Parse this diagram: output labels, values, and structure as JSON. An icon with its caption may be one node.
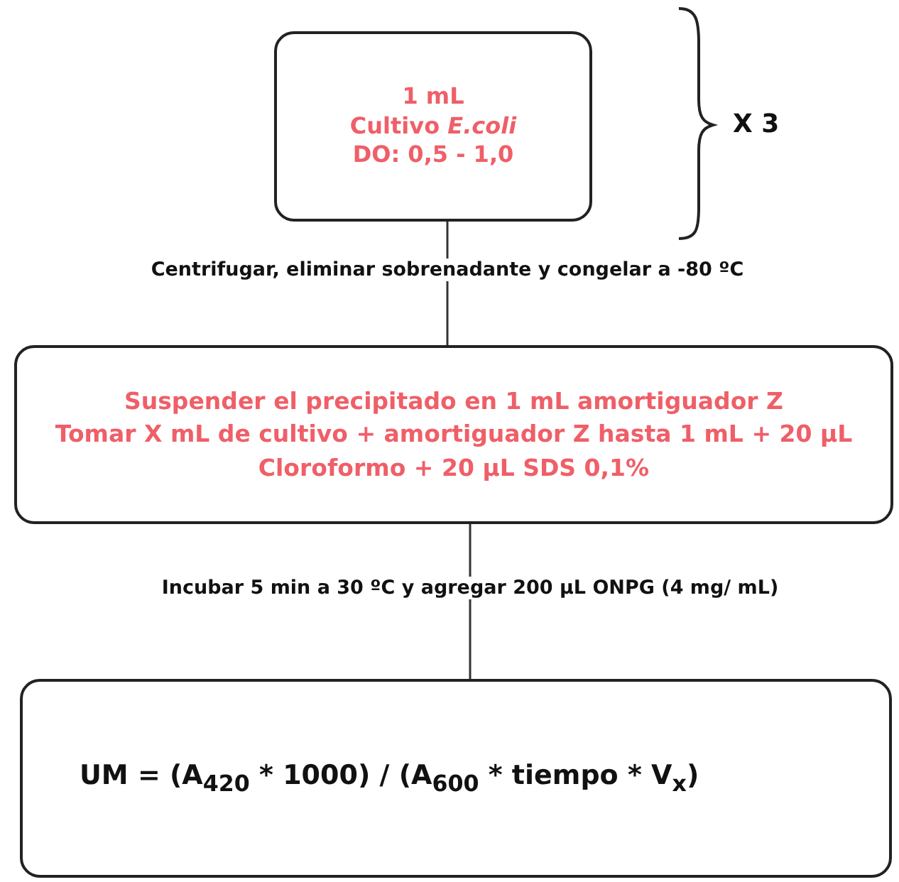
{
  "diagram": {
    "nodes": [
      {
        "text": [
          "1 mL",
          "Cultivo *E.coli*",
          "DO: 0,5 - 1,0"
        ]
      },
      {
        "text": [
          "Suspender el precipitado en 1 mL amortiguador Z",
          "Tomar X mL de cultivo + amortiguador Z hasta 1 mL + 20 µL Cloroformo + 20 µL SDS 0,1%"
        ]
      },
      {
        "text": [
          "UM = (A$_{420}$ * 1000) / (A$_{600}$ * tiempo * V$_{x}$)"
        ]
      }
    ],
    "edges": [
      {
        "from": 0,
        "to": 1,
        "arrow": "none",
        "label": "Centrifugar, eliminar sobrenadante y congelar a -80 ºC"
      },
      {
        "from": 1,
        "to": 2,
        "arrow": "none",
        "label": "Incubar 5 min a 30 ºC y agregar 200 µL ONPG (4 mg/ mL)"
      }
    ],
    "labels": [
      "X 3"
    ]
  }
}
